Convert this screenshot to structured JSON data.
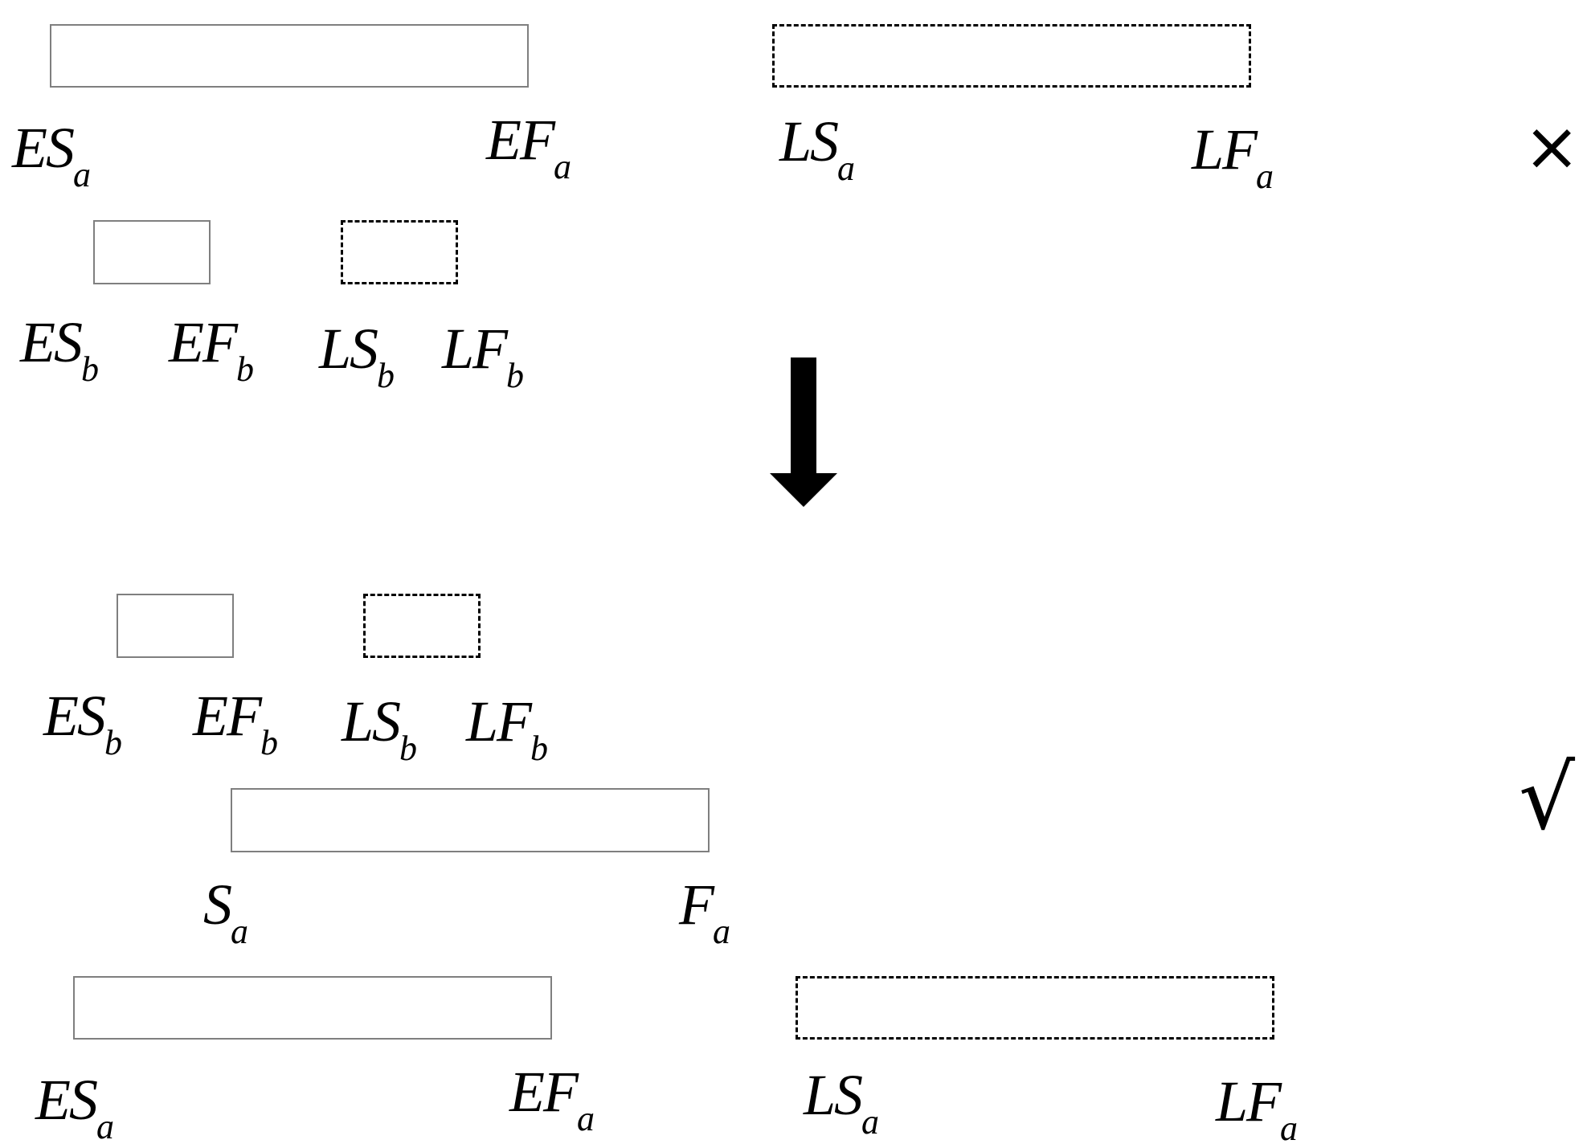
{
  "labels": {
    "es": "ES",
    "ef": "EF",
    "ls": "LS",
    "lf": "LF",
    "s": "S",
    "f": "F",
    "sub_a": "a",
    "sub_b": "b"
  },
  "marks": {
    "wrong": "×",
    "right": "√"
  },
  "icons": {
    "arrow": "down-arrow-icon"
  },
  "colors": {
    "solid_border": "#7f7f7f",
    "dashed_border": "#000000",
    "ink": "#000000"
  }
}
